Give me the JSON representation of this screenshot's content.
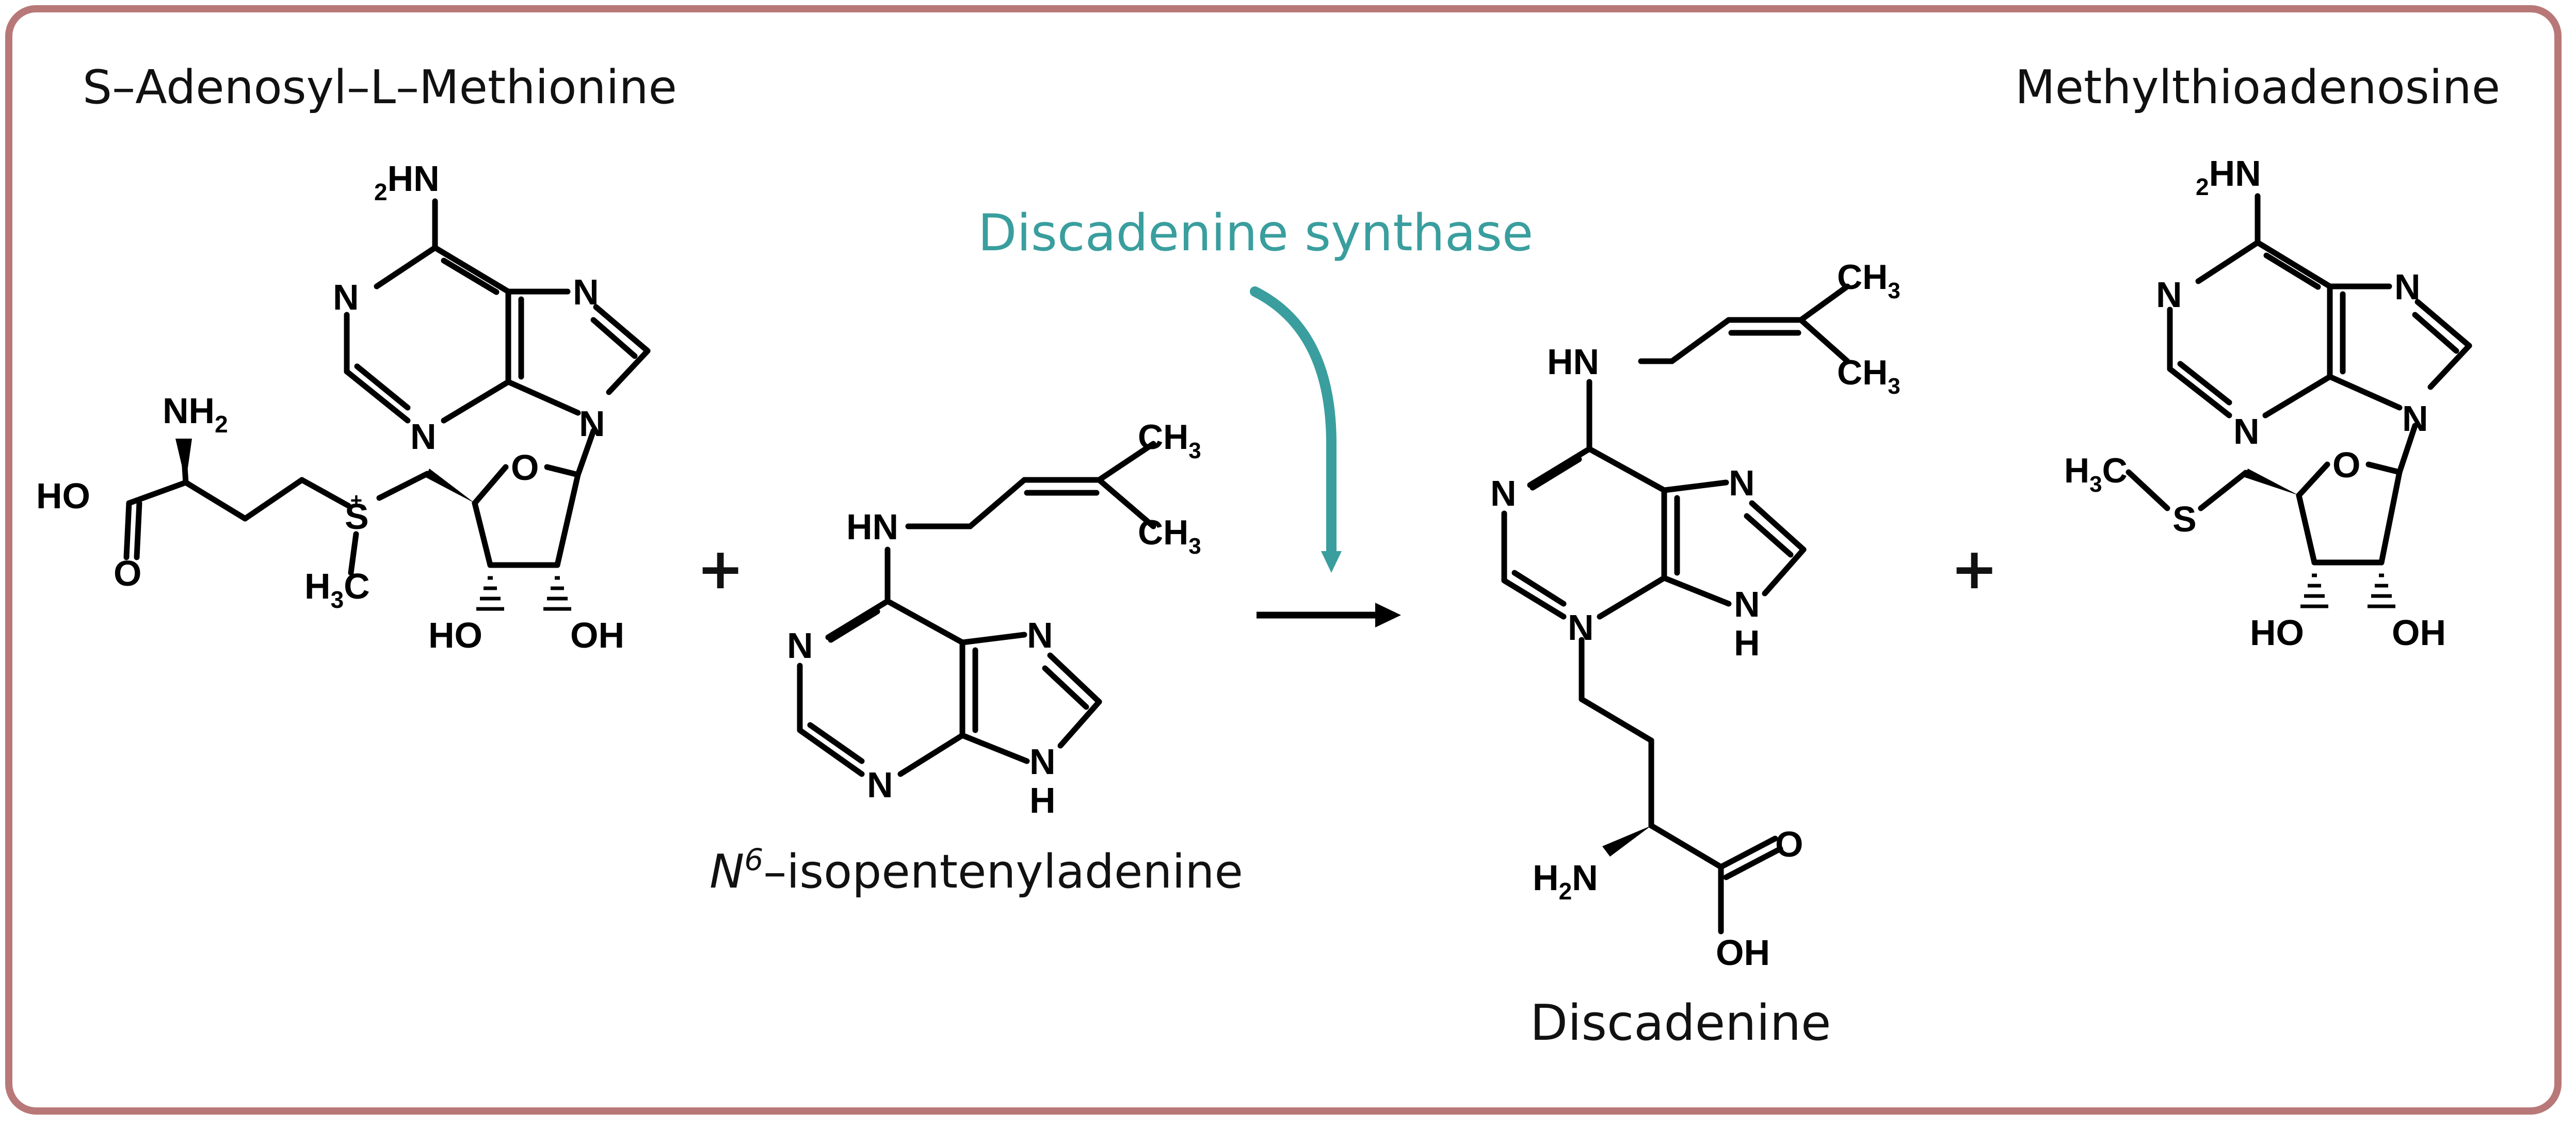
{
  "title_reactant1": "S–Adenosyl–L–Methionine",
  "title_product2": "Methylthioadenosine",
  "enzyme": "Discadenine synthase",
  "reactant2_italic": "N",
  "reactant2_super": "6",
  "reactant2_rest": "–isopentenyladenine",
  "product1": "Discadenine",
  "plus": "+",
  "colors": {
    "frame": "#b87878",
    "enzyme": "#3a9e9e",
    "structure": "#000000"
  },
  "atoms": {
    "nh2_top": "HN",
    "nh2_top_sub": "2",
    "n": "N",
    "nh2": "NH",
    "nh2_sub": "2",
    "h2n": "H",
    "h2n_sub": "2",
    "h2n_n": "N",
    "ho": "HO",
    "oh": "OH",
    "o": "O",
    "s_plus": "S",
    "s_charge": "+",
    "s": "S",
    "h3c_h": "H",
    "h3c_sub": "3",
    "h3c_c": "C",
    "ch3_c": "CH",
    "ch3_sub": "3",
    "hn": "HN",
    "h": "H"
  }
}
